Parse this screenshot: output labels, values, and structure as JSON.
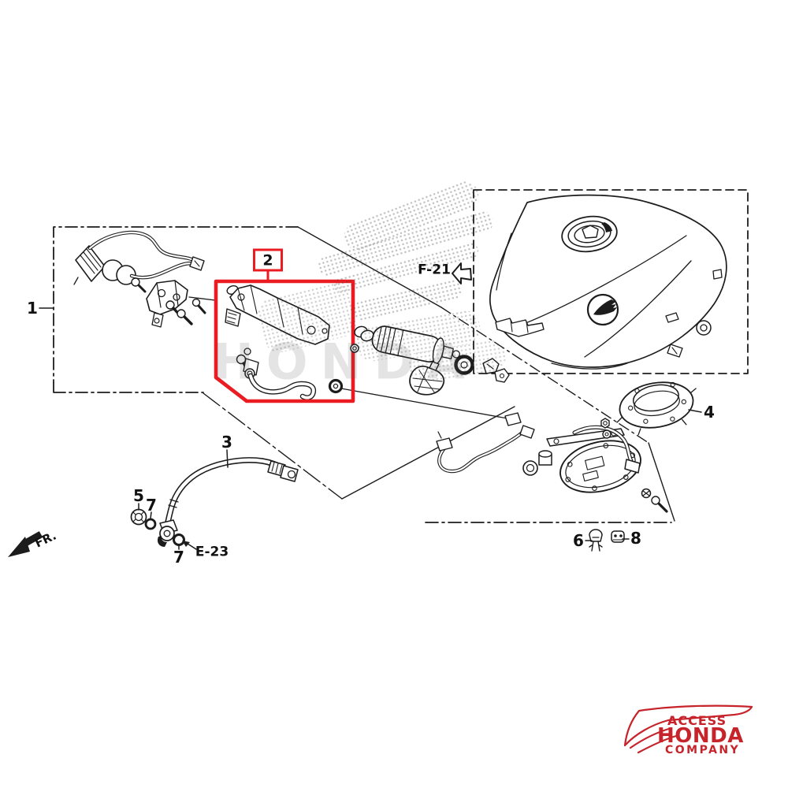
{
  "diagram": {
    "labels": {
      "part1": "1",
      "part2": "2",
      "part3": "3",
      "part4": "4",
      "part5": "5",
      "part6": "6",
      "part7_upper": "7",
      "part7_lower": "7",
      "part8": "8"
    },
    "references": {
      "view_f21": "F-21",
      "view_e23": "E-23",
      "front_marker": "FR."
    },
    "watermark": {
      "text": "HONDA"
    },
    "colors": {
      "highlight_red": "#ea1c22",
      "logo_red": "#c7232b",
      "ink": "#1c1c1c"
    }
  },
  "logo": {
    "top": "ACCESS",
    "middle": "HONDA",
    "bottom": "COMPANY"
  }
}
